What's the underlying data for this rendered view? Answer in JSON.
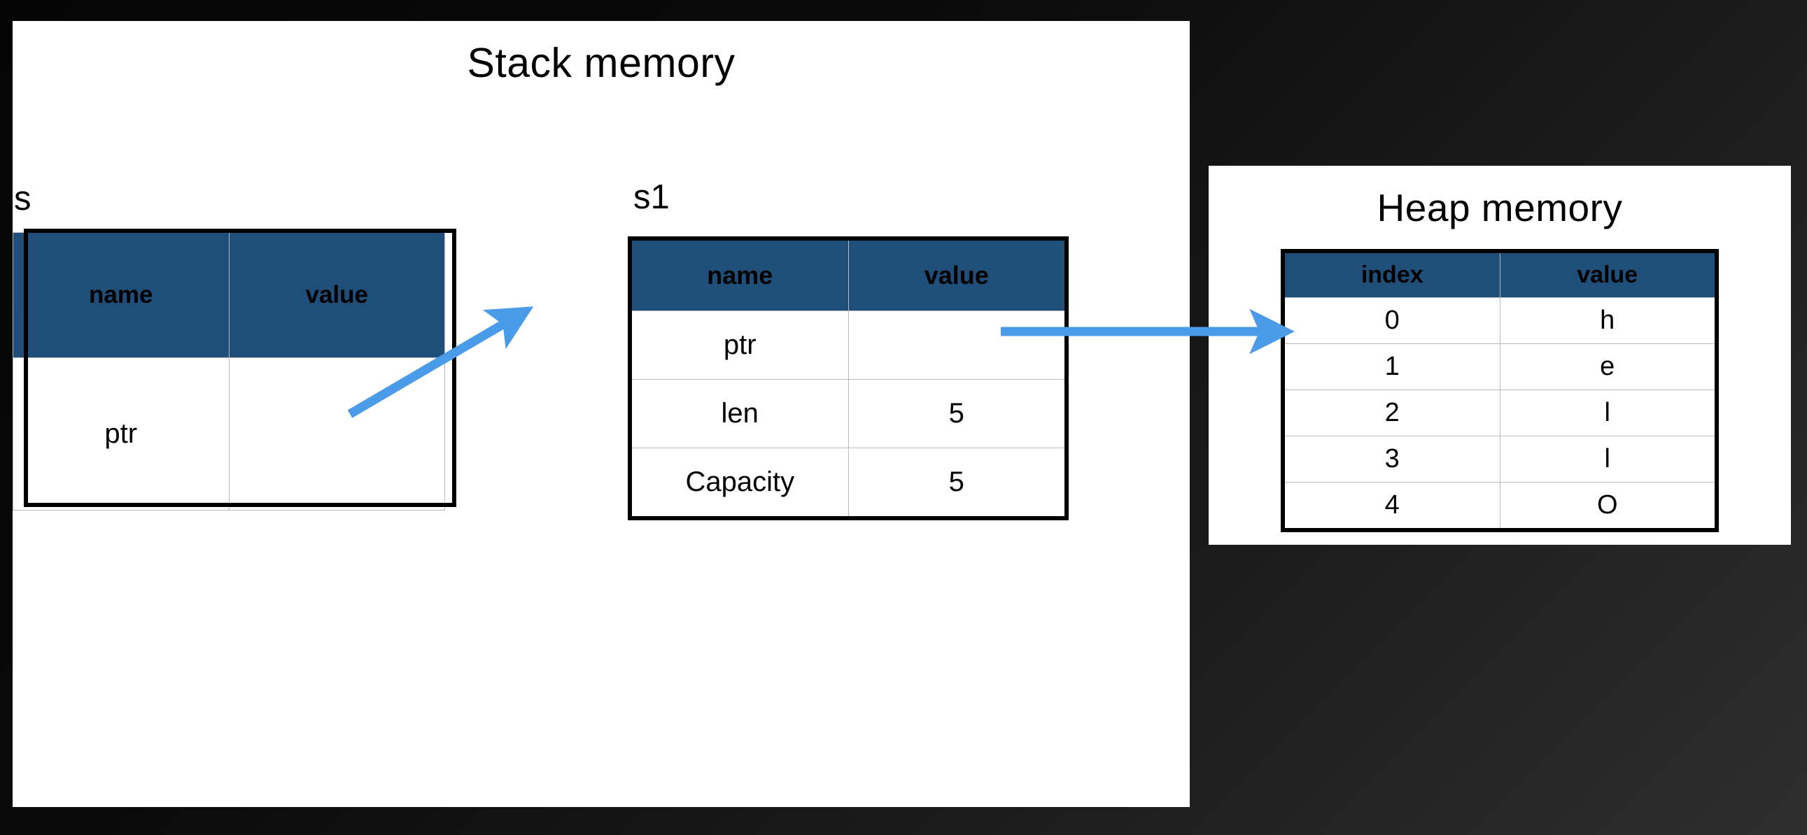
{
  "background": {
    "gradient_from": "#050505",
    "gradient_to": "#2e2e2e"
  },
  "theme": {
    "header_blue": "#1F4E79",
    "arrow_blue": "#4A9BE8",
    "panel_background": "#ffffff",
    "grid_line": "#b9b9b9",
    "outline": "#000000"
  },
  "stack_panel": {
    "title": "Stack memory",
    "variables": [
      {
        "label": "s",
        "table": {
          "headers": [
            "name",
            "value"
          ],
          "rows": [
            [
              "ptr",
              ""
            ]
          ]
        }
      },
      {
        "label": "s1",
        "table": {
          "headers": [
            "name",
            "value"
          ],
          "rows": [
            [
              "ptr",
              ""
            ],
            [
              "len",
              "5"
            ],
            [
              "Capacity",
              "5"
            ]
          ]
        }
      }
    ]
  },
  "heap_panel": {
    "title": "Heap memory",
    "table": {
      "headers": [
        "index",
        "value"
      ],
      "rows": [
        [
          "0",
          "h"
        ],
        [
          "1",
          "e"
        ],
        [
          "2",
          "l"
        ],
        [
          "3",
          "l"
        ],
        [
          "4",
          "O"
        ]
      ]
    }
  },
  "arrows": [
    {
      "name": "s-ptr-to-s1",
      "from": "s.ptr value cell",
      "to": "s1 ptr row",
      "color": "#4A9BE8",
      "direction": "up-right"
    },
    {
      "name": "s1-ptr-to-heap",
      "from": "s1.ptr value cell",
      "to": "heap index 0 row",
      "color": "#4A9BE8",
      "direction": "right"
    }
  ]
}
